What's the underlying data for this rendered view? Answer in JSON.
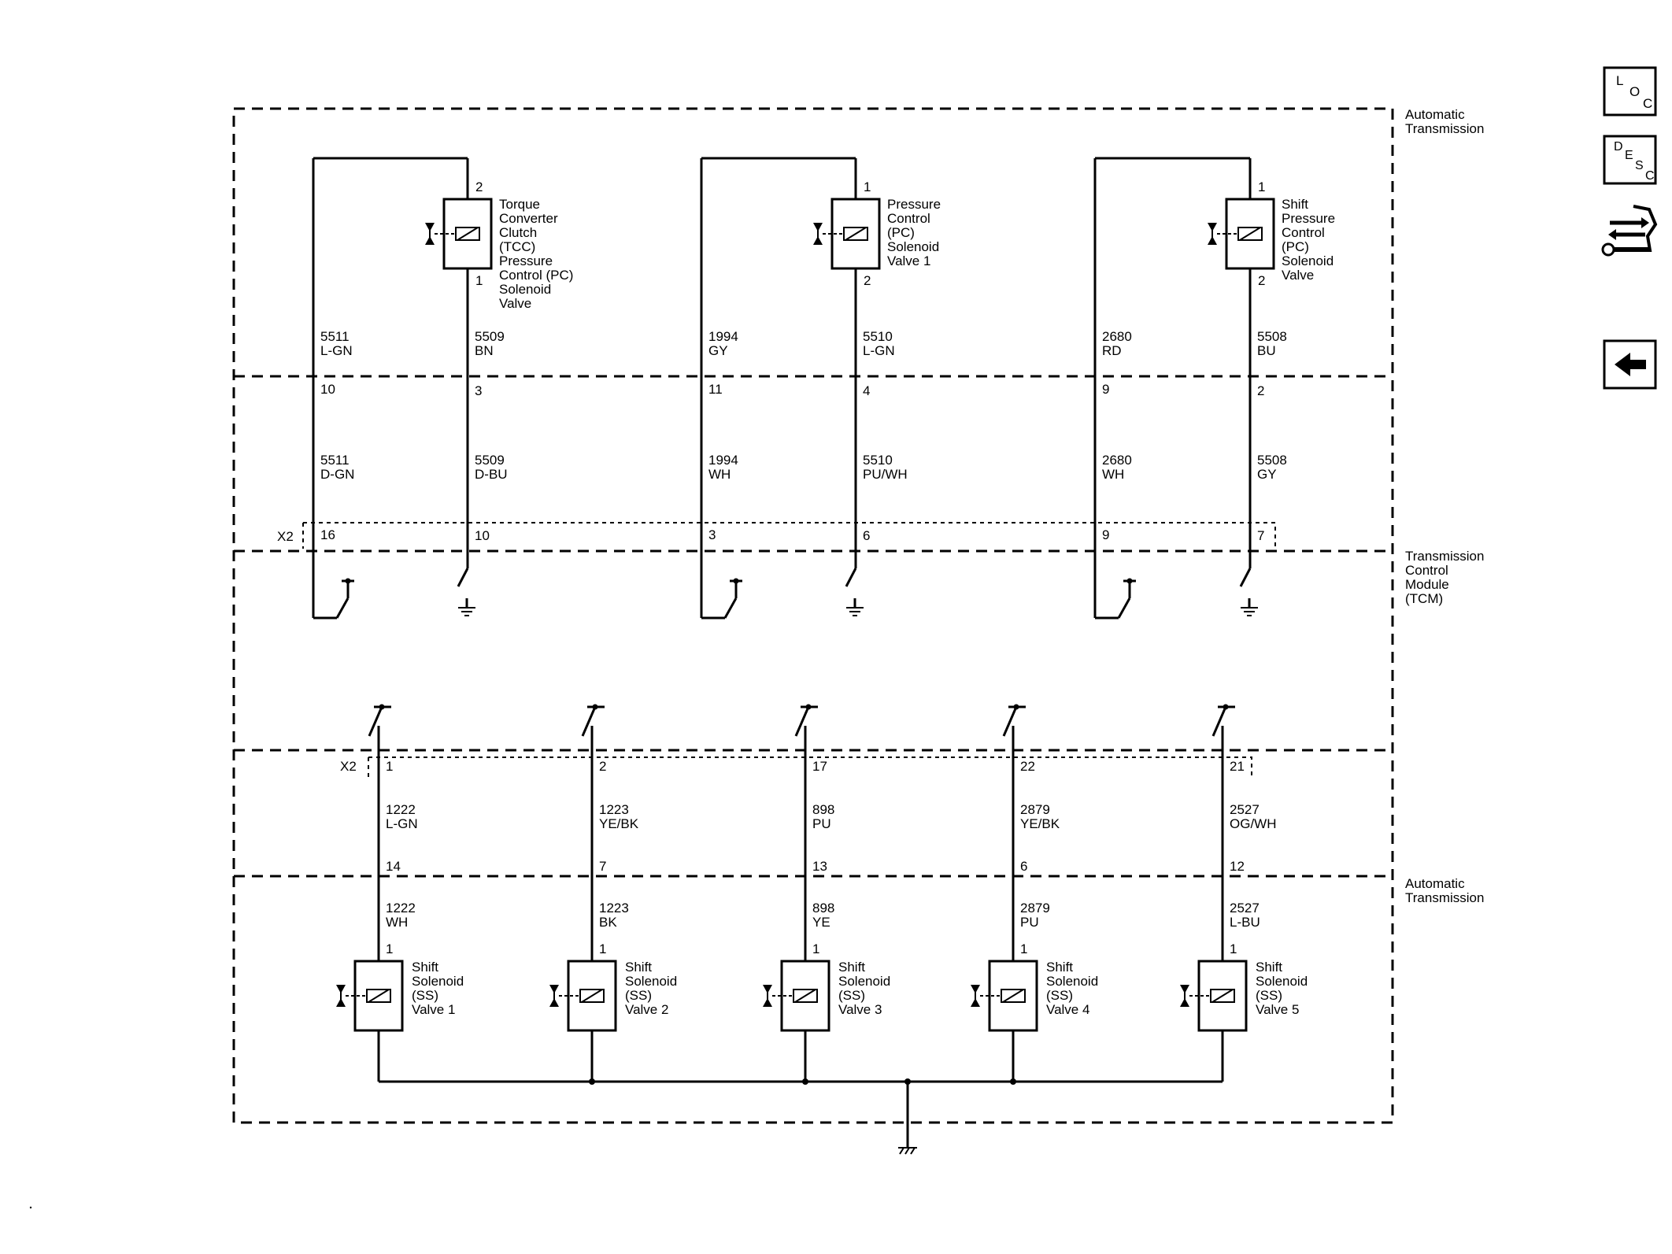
{
  "nav": {
    "loc": [
      "L",
      "O",
      "C"
    ],
    "desc": [
      "D",
      "E",
      "S",
      "C"
    ]
  },
  "regions": {
    "top": [
      "Automatic",
      "Transmission"
    ],
    "tcm": [
      "Transmission",
      "Control",
      "Module",
      "(TCM)"
    ],
    "bottom": [
      "Automatic",
      "Transmission"
    ]
  },
  "connector": "X2",
  "top_circuits": [
    {
      "name_lines": [
        "Torque",
        "Converter",
        "Clutch",
        "(TCC)",
        "Pressure",
        "Control (PC)",
        "Solenoid",
        "Valve"
      ],
      "pin_top": "2",
      "pin_bottom": "1",
      "left_wire": {
        "upper": [
          "5511",
          "L-GN"
        ],
        "mid_pin": "10",
        "lower": [
          "5511",
          "D-GN"
        ],
        "x2_pin": "16"
      },
      "right_wire": {
        "upper": [
          "5509",
          "BN"
        ],
        "mid_pin": "3",
        "lower": [
          "5509",
          "D-BU"
        ],
        "x2_pin": "10"
      }
    },
    {
      "name_lines": [
        "Pressure",
        "Control",
        "(PC)",
        "Solenoid",
        "Valve 1"
      ],
      "pin_top": "1",
      "pin_bottom": "2",
      "left_wire": {
        "upper": [
          "1994",
          "GY"
        ],
        "mid_pin": "11",
        "lower": [
          "1994",
          "WH"
        ],
        "x2_pin": "3"
      },
      "right_wire": {
        "upper": [
          "5510",
          "L-GN"
        ],
        "mid_pin": "4",
        "lower": [
          "5510",
          "PU/WH"
        ],
        "x2_pin": "6"
      }
    },
    {
      "name_lines": [
        "Shift",
        "Pressure",
        "Control",
        "(PC)",
        "Solenoid",
        "Valve"
      ],
      "pin_top": "1",
      "pin_bottom": "2",
      "left_wire": {
        "upper": [
          "2680",
          "RD"
        ],
        "mid_pin": "9",
        "lower": [
          "2680",
          "WH"
        ],
        "x2_pin": "9"
      },
      "right_wire": {
        "upper": [
          "5508",
          "BU"
        ],
        "mid_pin": "2",
        "lower": [
          "5508",
          "GY"
        ],
        "x2_pin": "7"
      }
    }
  ],
  "bottom_circuits": [
    {
      "x2_pin": "1",
      "upper": [
        "1222",
        "L-GN"
      ],
      "mid_pin": "14",
      "lower": [
        "1222",
        "WH"
      ],
      "pin": "1",
      "name_lines": [
        "Shift",
        "Solenoid",
        "(SS)",
        "Valve 1"
      ]
    },
    {
      "x2_pin": "2",
      "upper": [
        "1223",
        "YE/BK"
      ],
      "mid_pin": "7",
      "lower": [
        "1223",
        "BK"
      ],
      "pin": "1",
      "name_lines": [
        "Shift",
        "Solenoid",
        "(SS)",
        "Valve 2"
      ]
    },
    {
      "x2_pin": "17",
      "upper": [
        "898",
        "PU"
      ],
      "mid_pin": "13",
      "lower": [
        "898",
        "YE"
      ],
      "pin": "1",
      "name_lines": [
        "Shift",
        "Solenoid",
        "(SS)",
        "Valve 3"
      ]
    },
    {
      "x2_pin": "22",
      "upper": [
        "2879",
        "YE/BK"
      ],
      "mid_pin": "6",
      "lower": [
        "2879",
        "PU"
      ],
      "pin": "1",
      "name_lines": [
        "Shift",
        "Solenoid",
        "(SS)",
        "Valve 4"
      ]
    },
    {
      "x2_pin": "21",
      "upper": [
        "2527",
        "OG/WH"
      ],
      "mid_pin": "12",
      "lower": [
        "2527",
        "L-BU"
      ],
      "pin": "1",
      "name_lines": [
        "Shift",
        "Solenoid",
        "(SS)",
        "Valve 5"
      ]
    }
  ]
}
